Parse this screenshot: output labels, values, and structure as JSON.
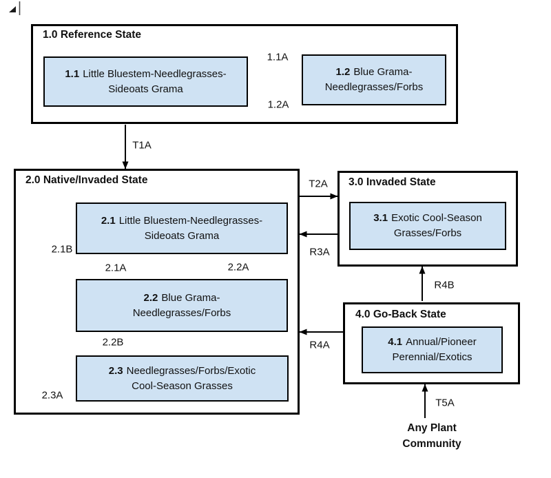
{
  "diagram": {
    "states": [
      {
        "title": "1.0 Reference State",
        "communities": [
          {
            "num": "1.1",
            "name": "Little Bluestem-Needlegrasses-\nSideoats Grama"
          },
          {
            "num": "1.2",
            "name": "Blue Grama-\nNeedlegrasses/Forbs"
          }
        ]
      },
      {
        "title": "2.0 Native/Invaded State",
        "communities": [
          {
            "num": "2.1",
            "name": "Little Bluestem-Needlegrasses-\nSideoats Grama"
          },
          {
            "num": "2.2",
            "name": "Blue Grama-\nNeedlegrasses/Forbs"
          },
          {
            "num": "2.3",
            "name": "Needlegrasses/Forbs/Exotic\nCool-Season Grasses"
          }
        ]
      },
      {
        "title": "3.0 Invaded State",
        "communities": [
          {
            "num": "3.1",
            "name": "Exotic Cool-Season\nGrasses/Forbs"
          }
        ]
      },
      {
        "title": "4.0 Go-Back State",
        "communities": [
          {
            "num": "4.1",
            "name": "Annual/Pioneer\nPerennial/Exotics"
          }
        ]
      }
    ],
    "transition_labels": {
      "t1a": "T1A",
      "t2a": "T2A",
      "r3a": "R3A",
      "r4a": "R4A",
      "r4b": "R4B",
      "t5a": "T5A",
      "c11a": "1.1A",
      "c12a": "1.2A",
      "c21a": "2.1A",
      "c21b": "2.1B",
      "c22a": "2.2A",
      "c22b": "2.2B",
      "c23a": "2.3A"
    },
    "external_node_label": "Any Plant\nCommunity",
    "colors": {
      "community_fill": "#cfe2f3",
      "line": "#000000",
      "text": "#111111",
      "background": "#ffffff"
    }
  }
}
